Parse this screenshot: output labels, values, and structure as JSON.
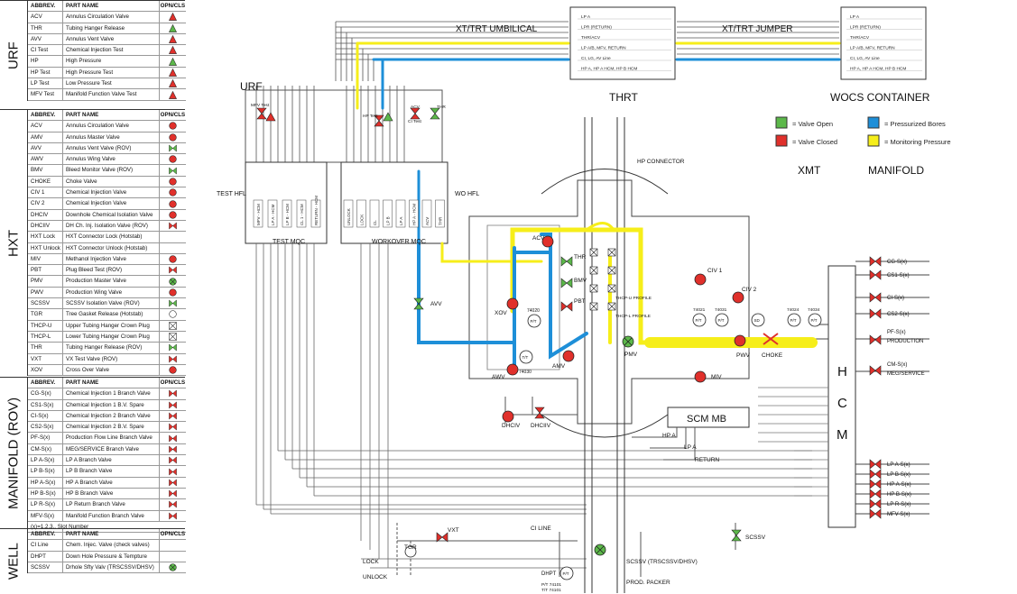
{
  "colors": {
    "valve_open": "#5cb84a",
    "valve_closed": "#e0302b",
    "pressurized_bore": "#1e8fd8",
    "monitoring": "#f6ee1a",
    "line": "#333333"
  },
  "legend": {
    "header": {
      "abbrev": "ABBREV.",
      "part": "PART NAME",
      "state": "OPN/CLS"
    },
    "urf": {
      "label": "URF",
      "rows": [
        {
          "abbrev": "ACV",
          "name": "Annulus Circulation Valve",
          "sym": "tri-red"
        },
        {
          "abbrev": "THR",
          "name": "Tubing Hanger Release",
          "sym": "tri-green"
        },
        {
          "abbrev": "AVV",
          "name": "Annulus Vent Valve",
          "sym": "tri-red"
        },
        {
          "abbrev": "CI Test",
          "name": "Chemical Injection Test",
          "sym": "tri-red"
        },
        {
          "abbrev": "HP",
          "name": "High Pressure",
          "sym": "tri-green"
        },
        {
          "abbrev": "HP Test",
          "name": "High Pressure Test",
          "sym": "tri-red"
        },
        {
          "abbrev": "LP Test",
          "name": "Low Pressure Test",
          "sym": "tri-red"
        },
        {
          "abbrev": "MFV Test",
          "name": "Manifold Function Valve Test",
          "sym": "tri-red"
        }
      ]
    },
    "hxt": {
      "label": "HXT",
      "rows": [
        {
          "abbrev": "ACV",
          "name": "Annulus Circulation Valve",
          "sym": "circ-red"
        },
        {
          "abbrev": "AMV",
          "name": "Annulus Master Valve",
          "sym": "circ-red"
        },
        {
          "abbrev": "AVV",
          "name": "Annulus Vent Valve (ROV)",
          "sym": "bow-green"
        },
        {
          "abbrev": "AWV",
          "name": "Annulus Wing Valve",
          "sym": "circ-red"
        },
        {
          "abbrev": "BMV",
          "name": "Bleed Monitor Valve (ROV)",
          "sym": "bow-green"
        },
        {
          "abbrev": "CHOKE",
          "name": "Choke Valve",
          "sym": "circ-red"
        },
        {
          "abbrev": "CIV 1",
          "name": "Chemical Injection Valve",
          "sym": "circ-red"
        },
        {
          "abbrev": "CIV 2",
          "name": "Chemical Injection Valve",
          "sym": "circ-red"
        },
        {
          "abbrev": "DHCIV",
          "name": "Downhole Chemical Isolation Valve",
          "sym": "circ-red"
        },
        {
          "abbrev": "DHCIIV",
          "name": "DH Ch. Inj. Isolation Valve (ROV)",
          "sym": "bow-red"
        },
        {
          "abbrev": "HXT Lock",
          "name": "HXT Connector Lock (Hotstab)",
          "sym": ""
        },
        {
          "abbrev": "HXT Unlock",
          "name": "HXT Connector Unlock (Hotstab)",
          "sym": ""
        },
        {
          "abbrev": "MIV",
          "name": "Methanol Injection Valve",
          "sym": "circ-red"
        },
        {
          "abbrev": "PBT",
          "name": "Plug Bleed Test (ROV)",
          "sym": "bow-red"
        },
        {
          "abbrev": "PMV",
          "name": "Production Master Valve",
          "sym": "circ-green"
        },
        {
          "abbrev": "PWV",
          "name": "Production Wing Valve",
          "sym": "circ-red"
        },
        {
          "abbrev": "SCSSV",
          "name": "SCSSV Isolation Valve (ROV)",
          "sym": "bow-green"
        },
        {
          "abbrev": "TGR",
          "name": "Tree Gasket Release (Hotstab)",
          "sym": "circ-white"
        },
        {
          "abbrev": "THCP-U",
          "name": "Upper Tubing Hanger Crown Plug",
          "sym": "box-x"
        },
        {
          "abbrev": "THCP-L",
          "name": "Lower Tubing Hanger Crown Plug",
          "sym": "box-x"
        },
        {
          "abbrev": "THR",
          "name": "Tubing Hanger Release (ROV)",
          "sym": "bow-green"
        },
        {
          "abbrev": "VXT",
          "name": "VX Test Valve (ROV)",
          "sym": "bow-red"
        },
        {
          "abbrev": "XOV",
          "name": "Cross Over Valve",
          "sym": "circ-red"
        }
      ]
    },
    "manifold": {
      "label": "MANIFOLD (ROV)",
      "rows": [
        {
          "abbrev": "CG-S(x)",
          "name": "Chemical Injection 1 Branch Valve",
          "sym": "bow-red"
        },
        {
          "abbrev": "CS1-S(x)",
          "name": "Chemical Injection 1 B.V. Spare",
          "sym": "bow-red"
        },
        {
          "abbrev": "CI-S(x)",
          "name": "Chemical Injection 2 Branch Valve",
          "sym": "bow-red"
        },
        {
          "abbrev": "CS2-S(x)",
          "name": "Chemical Injection 2 B.V. Spare",
          "sym": "bow-red"
        },
        {
          "abbrev": "PF-S(x)",
          "name": "Production Flow Line Branch Valve",
          "sym": "bow-red"
        },
        {
          "abbrev": "CM-S(x)",
          "name": "MEG/SERVICE Branch Valve",
          "sym": "bow-red"
        },
        {
          "abbrev": "LP A-S(x)",
          "name": "LP A Branch Valve",
          "sym": "bow-red"
        },
        {
          "abbrev": "LP B-S(x)",
          "name": "LP B Branch Valve",
          "sym": "bow-red"
        },
        {
          "abbrev": "HP A-S(x)",
          "name": "HP A Branch Valve",
          "sym": "bow-red"
        },
        {
          "abbrev": "HP B-S(x)",
          "name": "HP B Branch Valve",
          "sym": "bow-red"
        },
        {
          "abbrev": "LP R-S(x)",
          "name": "LP Return Branch Valve",
          "sym": "bow-red"
        },
        {
          "abbrev": "MFV-S(x)",
          "name": "Manifold Function Branch Valve",
          "sym": "bow-red"
        }
      ],
      "slot_note": "(x)=1,2,3.. Slot Number"
    },
    "well": {
      "label": "WELL",
      "rows": [
        {
          "abbrev": "CI Line",
          "name": "Chem. Injec. Valve (check valves)",
          "sym": ""
        },
        {
          "abbrev": "DHPT",
          "name": "Down Hole Pressure & Tempture",
          "sym": ""
        },
        {
          "abbrev": "SCSSV",
          "name": "Drhole Sfty Valv (TRSCSSV/DHSV)",
          "sym": "circ-green"
        }
      ]
    }
  },
  "key": {
    "valve_open": "= Valve Open",
    "valve_closed": "= Valve Closed",
    "pressurized_bores": "= Pressurized Bores",
    "monitoring_pressure": "= Monitoring Pressure"
  },
  "diagram": {
    "umbilical": "XT/TRT UMBILICAL",
    "jumper": "XT/TRT JUMPER",
    "thrt": "THRT",
    "wocs": "WOCS CONTAINER",
    "urf": "URF",
    "hp_connector": "HP CONNECTOR",
    "xmt": "XMT",
    "manifold": "MANIFOLD",
    "test_hfl": "TEST HFL",
    "wo_hfl": "WO HFL",
    "test_mqc": "TEST MQC",
    "workover_mqc": "WORKOVER MQC",
    "scm_mb": "SCM MB",
    "hp_a": "HP A",
    "lp_a": "LP A",
    "return": "RETURN",
    "ci_line": "CI LINE",
    "lock": "LOCK",
    "unlock": "UNLOCK",
    "scssv_label": "SCSSV (TRSCSSV/DHSV)",
    "prod_packer": "PROD. PACKER",
    "hcm": [
      "H",
      "C",
      "M"
    ],
    "thrt_lines": [
      "LP A",
      "LPR (RETURN)",
      "THR/ACV",
      "LP A/B, MFV, RETURN",
      "CI, LG, AV Line",
      "HP A, HP A HCM, HP B HCM"
    ],
    "wocs_lines": [
      "LP A",
      "LPR (RETURN)",
      "THR/ACV",
      "LP A/B, MFV, RETURN",
      "CI, LG, AV Line",
      "HP A, HP A HCM, HP B HCM"
    ],
    "test_mqc_ports": [
      "MFV - HCM",
      "LP A - HCM",
      "LP B - HCM",
      "CL 1 - HCM",
      "RETURN - HCM"
    ],
    "wo_mqc_ports": [
      "UNLOCK",
      "LOCK",
      "CL",
      "LP B",
      "LP A",
      "HP A - HCM",
      "ACV",
      "THR"
    ],
    "valves": {
      "acv": "ACV",
      "thr": "THR",
      "bmv": "BMV",
      "pbt": "PBT",
      "xov": "XOV",
      "avv": "AVV",
      "awv": "AWV",
      "amv": "AMV",
      "pmv": "PMV",
      "pwv": "PWV",
      "choke": "CHOKE",
      "civ1": "CIV 1",
      "civ2": "CIV 2",
      "miv": "MIV",
      "dhciv": "DHCIV",
      "dhciiv": "DHCIIV",
      "vxt": "VXT",
      "tgr": "TGR",
      "scssv": "SCSSV",
      "mfv": "MFV Test",
      "lp": "LP Test",
      "hp_test": "HP Test",
      "ci_test": "CI Test",
      "urf_acv": "ACV",
      "urf_thr": "THR",
      "urf_hp": "HP",
      "dhpt": "DHPT",
      "thcp_u": "THCP-U PROFILE",
      "thcp_l": "THCP-L PROFILE"
    },
    "gauges": {
      "pt74020": "74020",
      "pt74030": "74030",
      "pt74021": "74021",
      "pt74031": "74031",
      "pt74024": "74024",
      "pt74034": "74034",
      "pt74101": "P/T 74101",
      "pt74101b": "T/T 74101",
      "pt": "P/T",
      "tt": "T/T",
      "sd": "SD"
    },
    "manifold_valves": [
      "CG-S(x)",
      "CS1-S(x)",
      "CI-S(x)",
      "CS2-S(x)",
      "PF-S(x)",
      "PRODUCTION",
      "CM-S(x)",
      "MEG/SERVICE",
      "LP A-S(x)",
      "LP B-S(x)",
      "HP A-S(x)",
      "HP B-S(x)",
      "LP R-S(x)",
      "MFV-S(x)"
    ]
  }
}
